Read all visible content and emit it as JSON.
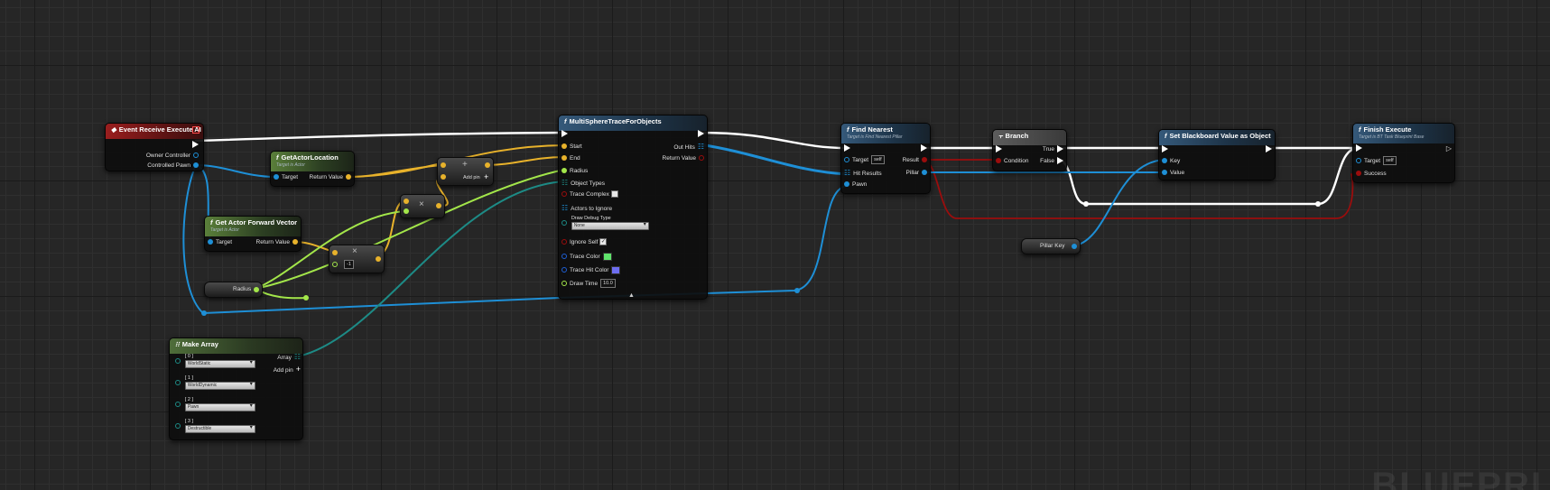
{
  "colors": {
    "exec": "#ffffff",
    "object": "#1e8fd6",
    "vector": "#e8b22b",
    "float": "#a3e64a",
    "array_objtype": "#1d8b86",
    "bool": "#9b0d0d",
    "trace_color": "#5fe36b",
    "trace_hit_color": "#6d6df0"
  },
  "nodes": {
    "event": {
      "title": "Event Receive Execute AI",
      "icon": "event-icon",
      "pins": {
        "owner_controller": "Owner Controller",
        "controlled_pawn": "Controlled Pawn"
      }
    },
    "get_actor_location": {
      "title": "GetActorLocation",
      "subtitle": "Target is Actor",
      "pins": {
        "target": "Target",
        "return_value": "Return Value"
      }
    },
    "get_forward": {
      "title": "Get Actor Forward Vector",
      "subtitle": "Target is Actor",
      "pins": {
        "target": "Target",
        "return_value": "Return Value"
      }
    },
    "add_node": {
      "symbol": "+",
      "add_pin": "Add pin"
    },
    "multiply_vec": {
      "symbol": "×"
    },
    "multiply_float": {
      "symbol": "×",
      "value": "-1"
    },
    "radius_var": {
      "label": "Radius"
    },
    "make_array": {
      "title": "Make Array",
      "add_pin": "Add pin",
      "out_label": "Array",
      "items": [
        {
          "index": "[ 0 ]",
          "value": "WorldStatic"
        },
        {
          "index": "[ 1 ]",
          "value": "WorldDynamic"
        },
        {
          "index": "[ 2 ]",
          "value": "Pawn"
        },
        {
          "index": "[ 3 ]",
          "value": "Destructible"
        }
      ]
    },
    "multi_trace": {
      "title": "MultiSphereTraceForObjects",
      "inputs": {
        "start": "Start",
        "end": "End",
        "radius": "Radius",
        "object_types": "Object Types",
        "trace_complex": "Trace Complex",
        "actors_to_ignore": "Actors to Ignore",
        "draw_debug_type": "Draw Debug Type",
        "draw_debug_value": "None",
        "ignore_self": "Ignore Self",
        "trace_color": "Trace Color",
        "trace_hit_color": "Trace Hit Color",
        "draw_time": "Draw Time",
        "draw_time_value": "10.0"
      },
      "outputs": {
        "out_hits": "Out Hits",
        "return_value": "Return Value"
      }
    },
    "find_nearest": {
      "title": "Find Nearest",
      "subtitle": "Target is Find Nearest Pillar",
      "pins": {
        "target": "Target",
        "target_value": "self",
        "hit_results": "Hit Results",
        "pawn": "Pawn",
        "result": "Result",
        "pillar": "Pillar"
      }
    },
    "branch": {
      "title": "Branch",
      "pins": {
        "condition": "Condition",
        "true": "True",
        "false": "False"
      }
    },
    "set_bb": {
      "title": "Set Blackboard Value as Object",
      "pins": {
        "key": "Key",
        "value": "Value"
      }
    },
    "finish": {
      "title": "Finish Execute",
      "subtitle": "Target is BT Task Blueprint Base",
      "pins": {
        "target": "Target",
        "target_value": "self",
        "success": "Success"
      }
    },
    "pillar_key": {
      "label": "Pillar Key"
    }
  },
  "watermark": "BLUEPRI"
}
